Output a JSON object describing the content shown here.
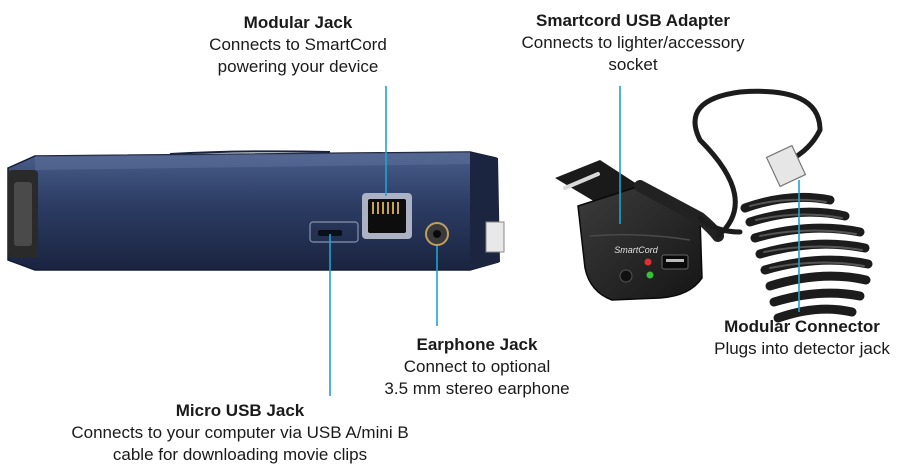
{
  "callouts": {
    "modular_jack": {
      "title": "Modular Jack",
      "desc": [
        "Connects to SmartCord",
        "powering your device"
      ]
    },
    "smartcord_adapter": {
      "title": "Smartcord USB Adapter",
      "desc": [
        "Connects to lighter/accessory",
        "socket"
      ]
    },
    "earphone_jack": {
      "title": "Earphone Jack",
      "desc": [
        "Connect to optional",
        "3.5 mm stereo earphone"
      ]
    },
    "micro_usb_jack": {
      "title": "Micro USB Jack",
      "desc": [
        "Connects to your computer via USB A/mini B",
        "cable for downloading movie clips"
      ]
    },
    "modular_connector": {
      "title": "Modular Connector",
      "desc": [
        "Plugs into detector jack"
      ]
    }
  },
  "adapter_brand": "SmartCord",
  "colors": {
    "leader_line": "#1ea3d4",
    "device_body": "#2b3a5c",
    "adapter_body": "#2a2a2a"
  }
}
